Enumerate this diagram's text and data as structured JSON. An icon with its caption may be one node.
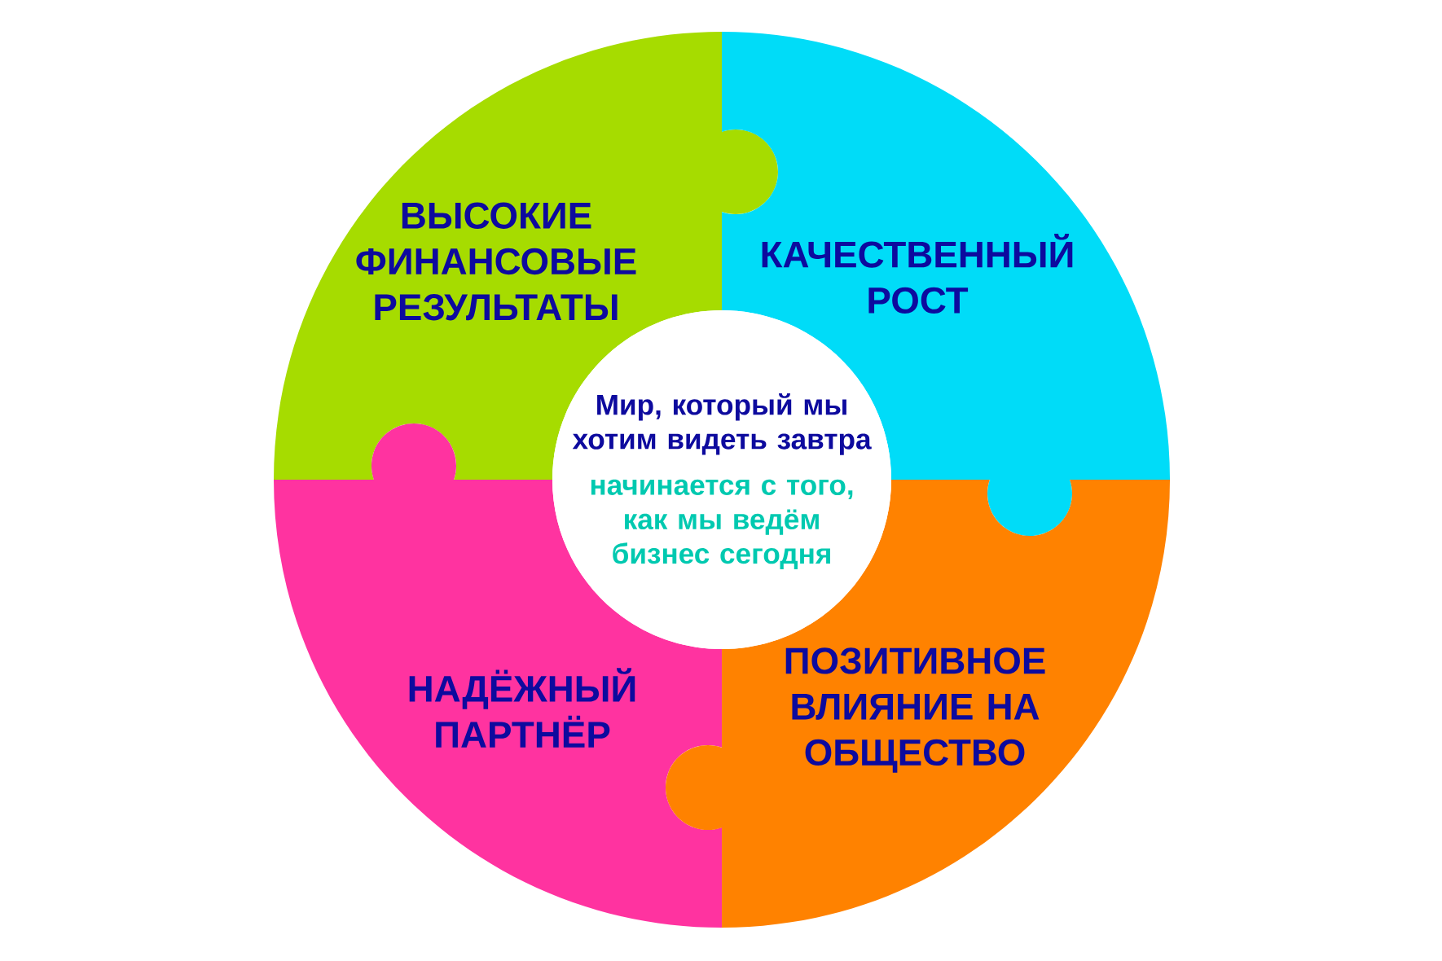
{
  "diagram": {
    "nodes": [
      {
        "text": [
          "ВЫСОКИЕ ФИНАНСОВЫЕ РЕЗУЛЬТАТЫ"
        ]
      },
      {
        "text": [
          "КАЧЕСТВЕННЫЙ РОСТ"
        ]
      },
      {
        "text": [
          "Мир, который мы хотим видеть завтра",
          "начинается с того, как мы ведём бизнес сегодня"
        ]
      },
      {
        "text": [
          "НАДЁЖНЫЙ ПАРТНЁР"
        ]
      },
      {
        "text": [
          "ПОЗИТИВНОЕ ВЛИЯНИЕ НА ОБЩЕСТВО"
        ]
      }
    ]
  }
}
